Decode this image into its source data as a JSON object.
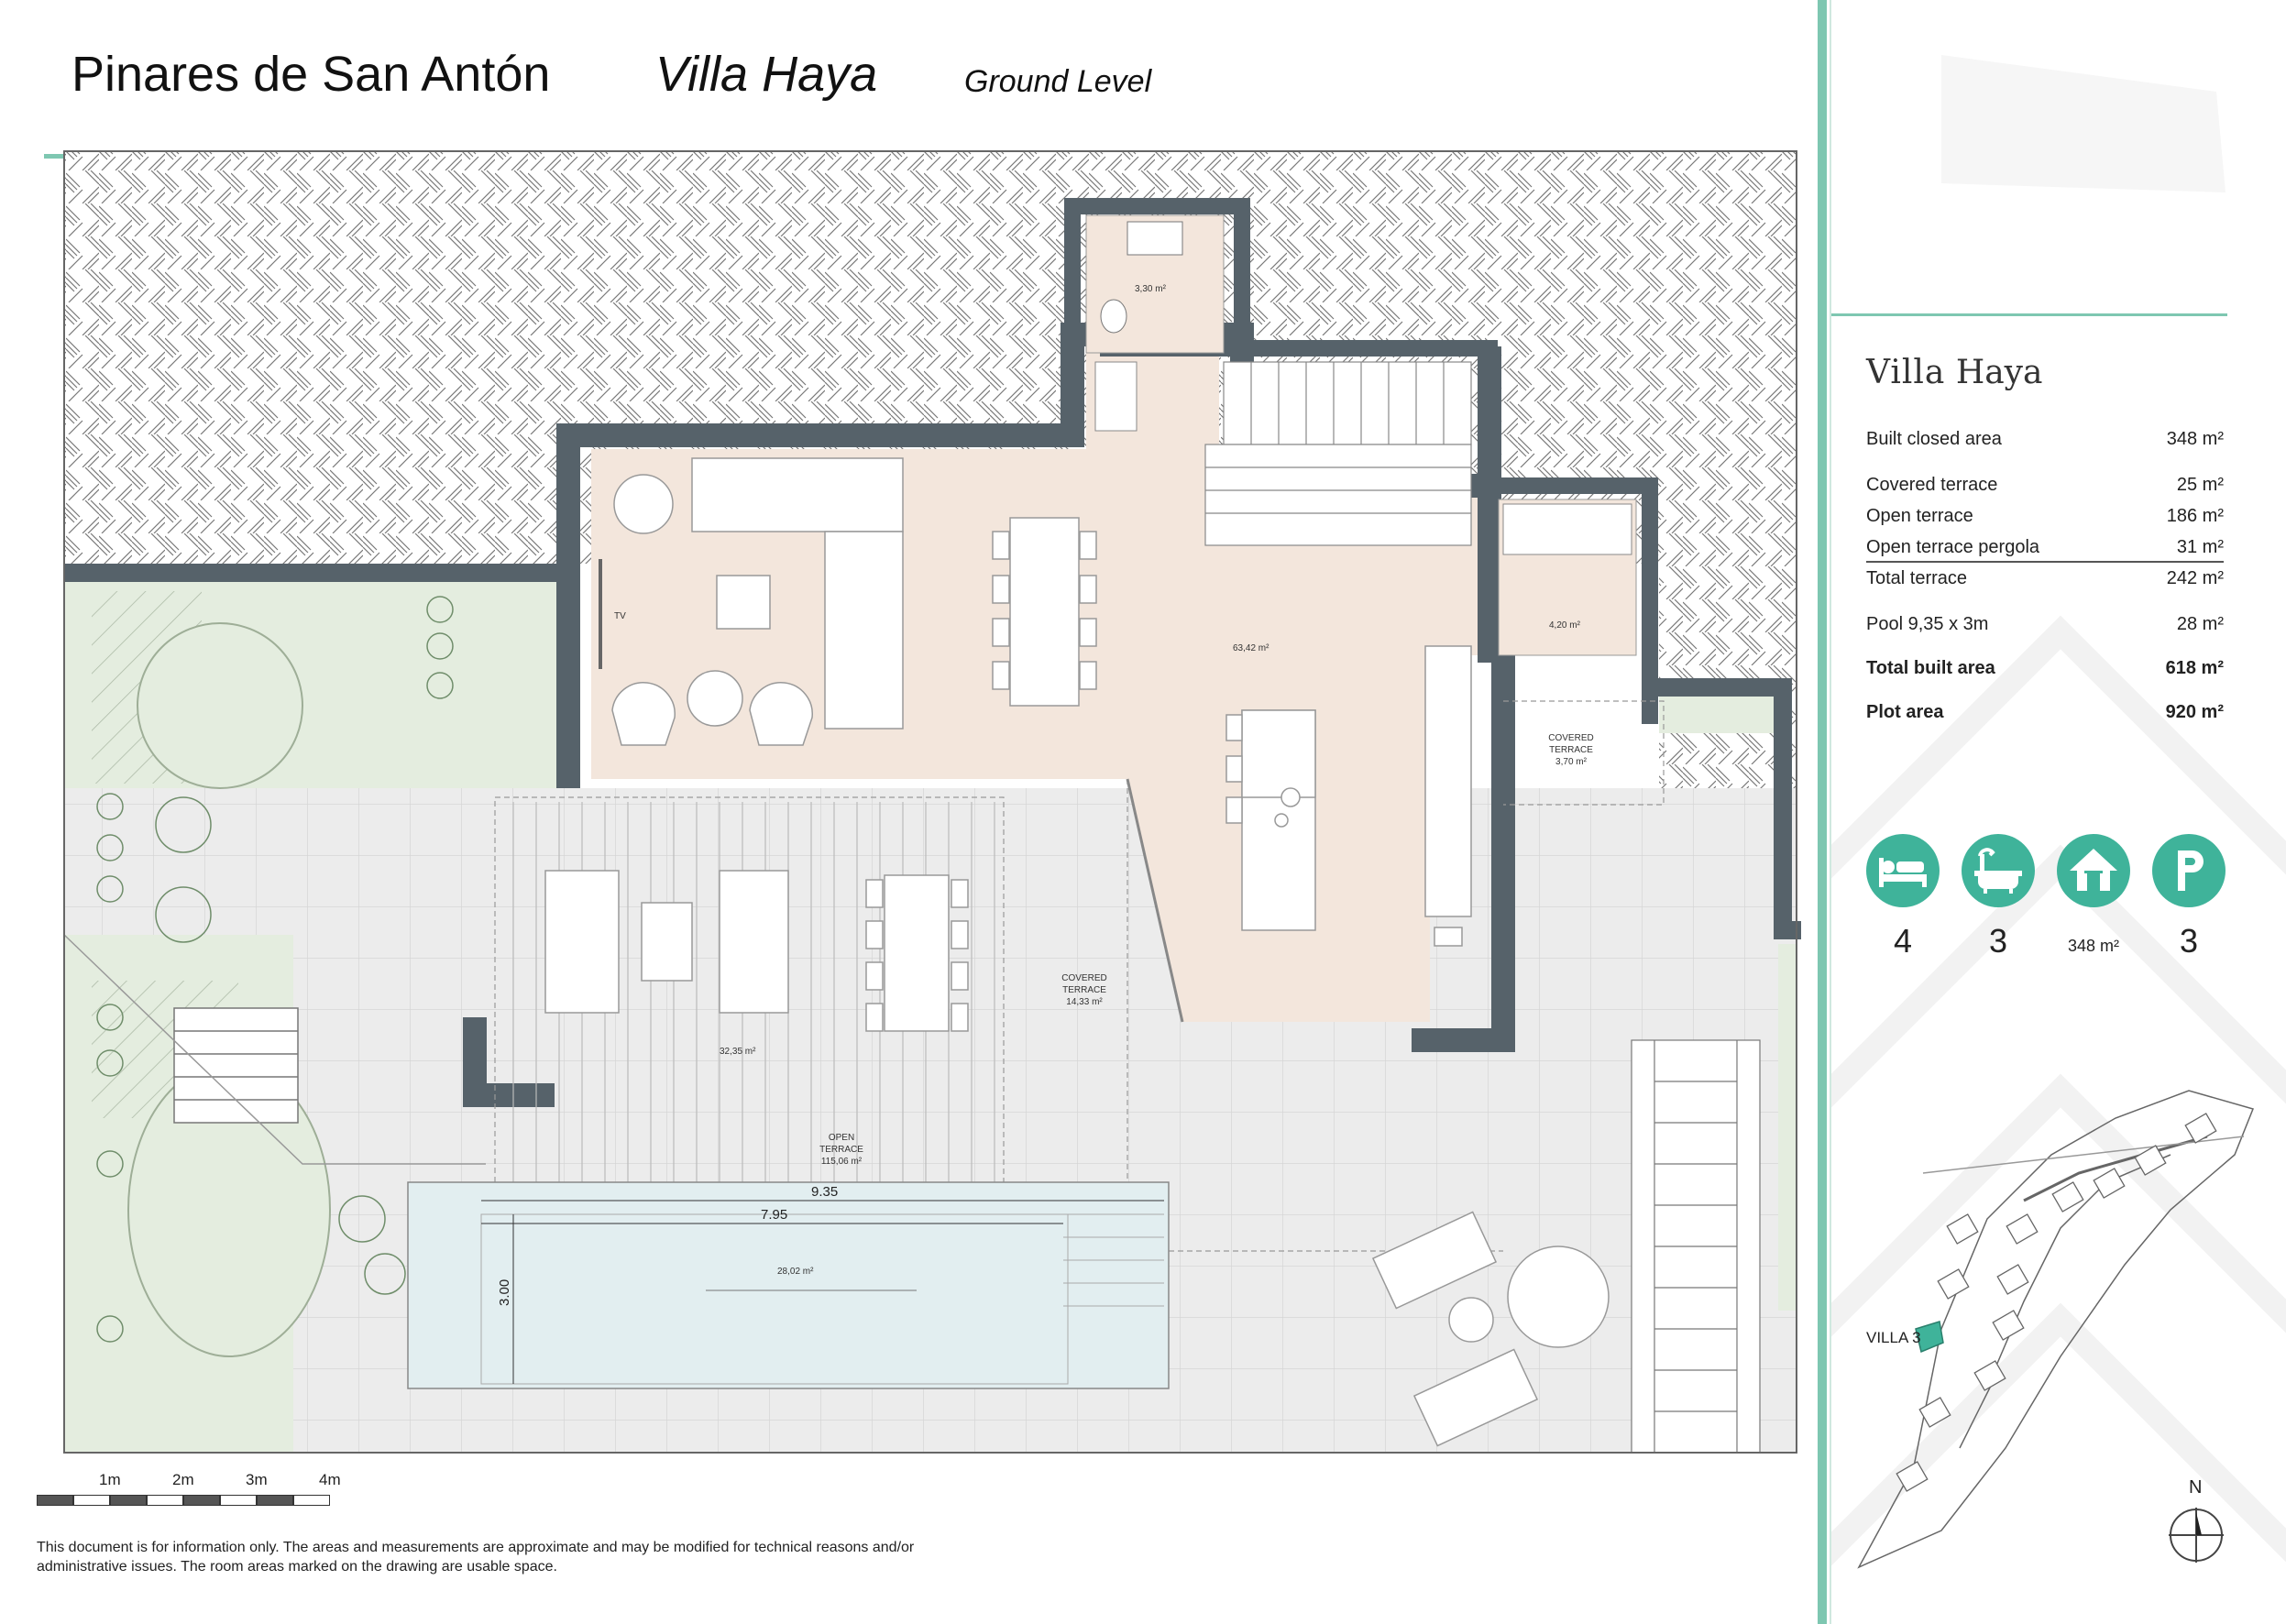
{
  "header": {
    "project": "Pinares de San Antón",
    "villa": "Villa Haya",
    "level": "Ground Level"
  },
  "plan": {
    "rooms": {
      "wc": "3,30 m²",
      "living": "63,42 m²",
      "laundry": "4,20 m²",
      "tv": "TV",
      "covered_terrace_small": [
        "COVERED",
        "TERRACE",
        "3,70 m²"
      ],
      "covered_terrace_main": [
        "COVERED",
        "TERRACE",
        "14,33 m²"
      ],
      "dining_terrace": "32,35 m²",
      "open_terrace": [
        "OPEN",
        "TERRACE",
        "115,06 m²"
      ],
      "pool": "28,02 m²"
    },
    "dimensions": {
      "pool_length": "9.35",
      "pool_inner_length": "7.95",
      "pool_width": "3.00"
    }
  },
  "scale_bar": {
    "labels": [
      "1m",
      "2m",
      "3m",
      "4m"
    ]
  },
  "disclaimer": "This document is for information only. The areas and measurements are approximate and may be modified for technical reasons and/or administrative issues. The room areas marked on the drawing are usable space.",
  "sidebar": {
    "title_a": "Villa",
    "title_b": "Haya",
    "rows": [
      {
        "label": "Built closed area",
        "value": "348 m²",
        "bold": false
      },
      {
        "label": "Covered terrace",
        "value": "25 m²",
        "bold": false
      },
      {
        "label": "Open terrace",
        "value": "186 m²",
        "bold": false
      },
      {
        "label": "Open terrace pergola",
        "value": "31 m²",
        "bold": false
      },
      {
        "label": "Total terrace",
        "value": "242 m²",
        "bold": false
      },
      {
        "label": "Pool 9,35 x 3m",
        "value": "28 m²",
        "bold": false
      },
      {
        "label": "Total built area",
        "value": "618 m²",
        "bold": true
      },
      {
        "label": "Plot area",
        "value": "920 m²",
        "bold": true
      }
    ],
    "features": [
      {
        "icon": "bed-icon",
        "value": "4"
      },
      {
        "icon": "bathtub-icon",
        "value": "3"
      },
      {
        "icon": "house-icon",
        "value": "348 m²"
      },
      {
        "icon": "parking-icon",
        "value": "3"
      }
    ],
    "map_label": "VILLA 3",
    "north_label": "N"
  },
  "colors": {
    "accent": "#7ec7b1",
    "icon_bg": "#3fb39a",
    "wall": "#56626a",
    "interior": "#f3e6dc",
    "garden": "#e4eddf",
    "pool": "#e2eef0",
    "paving": "#eeeeee"
  }
}
